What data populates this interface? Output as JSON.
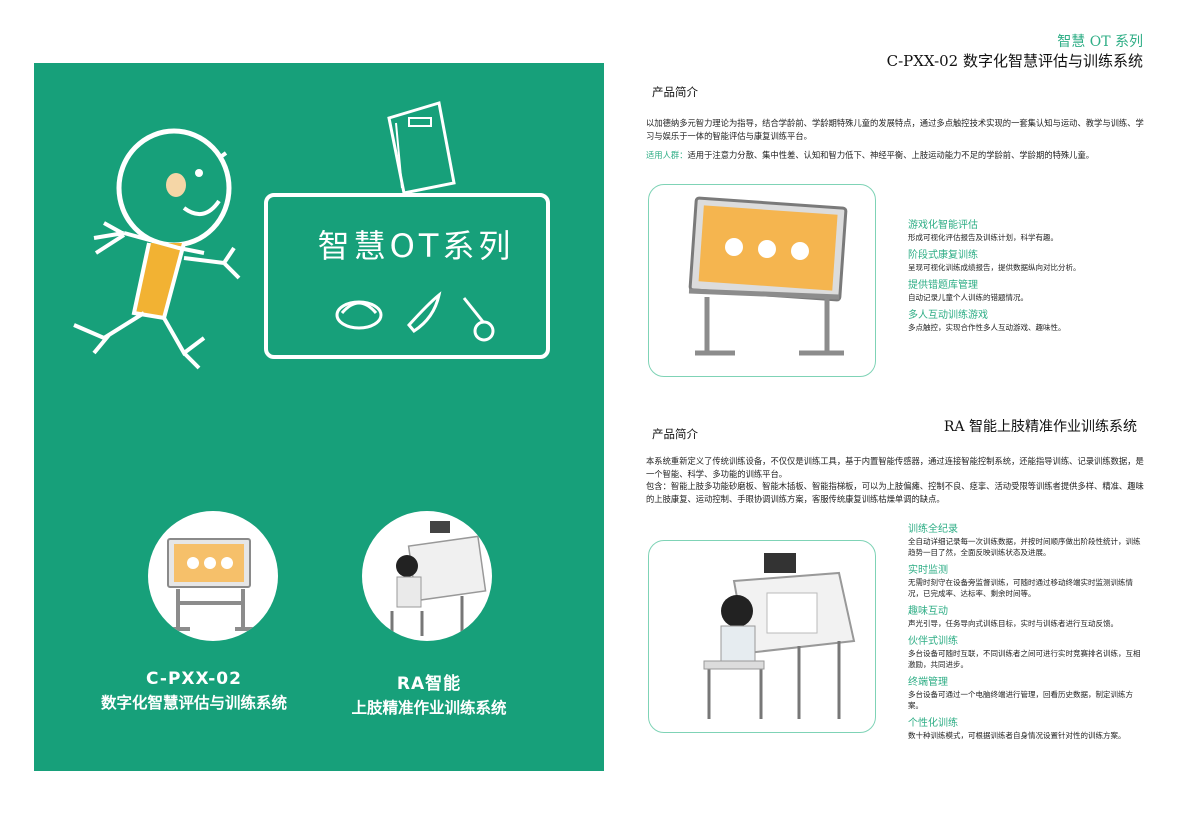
{
  "left_panel": {
    "banner_title": "智慧OT系列",
    "captions": [
      {
        "line1": "C-PXX-02",
        "line2": "数字化智慧评估与训练系统"
      },
      {
        "line1": "RA智能",
        "line2": "上肢精准作业训练系统"
      }
    ]
  },
  "header": {
    "series": "智慧 OT 系列",
    "product1_title": "C-PXX-02 数字化智慧评估与训练系统"
  },
  "product1": {
    "section_label": "产品简介",
    "intro": "以加德纳多元智力理论为指导，结合学龄前、学龄期特殊儿童的发展特点，通过多点触控技术实现的一套集认知与运动、教学与训练、学习与娱乐于一体的智能评估与康复训练平台。",
    "target_label": "适用人群：",
    "target_text": "适用于注意力分散、集中性差、认知和智力低下、神经平衡、上肢运动能力不足的学龄前、学龄期的特殊儿童。",
    "features": [
      {
        "title": "游戏化智能评估",
        "desc": "形成可视化评估报告及训练计划，科学有趣。"
      },
      {
        "title": "阶段式康复训练",
        "desc": "呈现可视化训练成绩报告，提供数据纵向对比分析。"
      },
      {
        "title": "提供错题库管理",
        "desc": "自动记录儿童个人训练的错题情况。"
      },
      {
        "title": "多人互动训练游戏",
        "desc": "多点触控，实现合作性多人互动游戏、趣味性。"
      }
    ]
  },
  "product2": {
    "title": "RA 智能上肢精准作业训练系统",
    "section_label": "产品简介",
    "intro1": "本系统重新定义了传统训练设备，不仅仅是训练工具，基于内置智能传感器，通过连接智能控制系统，还能指导训练、记录训练数据，是一个智能、科学、多功能的训练平台。",
    "intro2": "包含：智能上肢多功能砂磨板、智能木插板、智能指梯板，可以为上肢偏瘫、控制不良、痉挛、活动受限等训练者提供多样、精准、趣味的上肢康复、运动控制、手眼协调训练方案，客服传统康复训练枯燥单调的缺点。",
    "features": [
      {
        "title": "训练全纪录",
        "desc": "全自动详细记录每一次训练数据，并按时间顺序做出阶段性统计，训练趋势一目了然，全面反映训练状态及进展。"
      },
      {
        "title": "实时监测",
        "desc": "无需时刻守在设备旁监督训练，可随时通过移动终端实时监测训练情况，已完成率、达标率、剩余时间等。"
      },
      {
        "title": "趣味互动",
        "desc": "声光引导，任务导向式训练目标，实时与训练者进行互动反馈。"
      },
      {
        "title": "伙伴式训练",
        "desc": "多台设备可随时互联，不同训练者之间可进行实时竞赛排名训练，互相激励，共同进步。"
      },
      {
        "title": "终端管理",
        "desc": "多台设备可通过一个电脑终端进行管理，回看历史数据，制定训练方案。"
      },
      {
        "title": "个性化训练",
        "desc": "数十种训练模式，可根据训练者自身情况设置针对性的训练方案。"
      }
    ]
  },
  "colors": {
    "panel_green": "#17a07a",
    "accent_green": "#2fae86",
    "doodle_yellow": "#f2b233"
  }
}
